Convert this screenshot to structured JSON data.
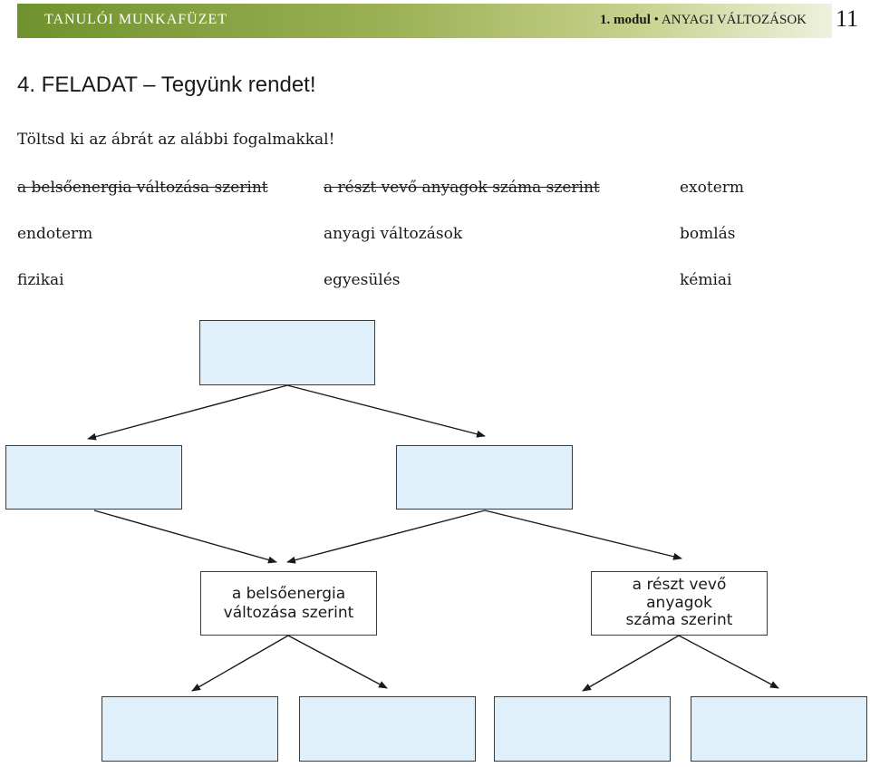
{
  "header": {
    "left": "TANULÓI MUNKAFÜZET",
    "module": "1. modul",
    "bullet": "•",
    "topic": "ANYAGI VÁLTOZÁSOK",
    "page_number": "11",
    "colors": {
      "band_start": "#6f922e",
      "band_end": "#eef1de"
    }
  },
  "task": {
    "title": "4. FELADAT – Tegyünk rendet!",
    "instruction": "Töltsd ki az ábrát az alábbi fogalmakkal!"
  },
  "terms": [
    {
      "text": "a belsőenergia változása szerint",
      "struck": true
    },
    {
      "text": "a részt vevő anyagok száma szerint",
      "struck": true
    },
    {
      "text": "exoterm",
      "struck": false
    },
    {
      "text": "endoterm",
      "struck": false
    },
    {
      "text": "anyagi változások",
      "struck": false
    },
    {
      "text": "bomlás",
      "struck": false
    },
    {
      "text": "fizikai",
      "struck": false
    },
    {
      "text": "egyesülés",
      "struck": false
    },
    {
      "text": "kémiai",
      "struck": false
    }
  ],
  "diagram": {
    "box_fill": "#dff0fb",
    "filled_boxes": {
      "energy_label": "a belsőenergia változása szerint",
      "participants_label_line1": "a részt vevő",
      "participants_label_line2": "anyagok",
      "participants_label_line3": "száma szerint"
    }
  }
}
